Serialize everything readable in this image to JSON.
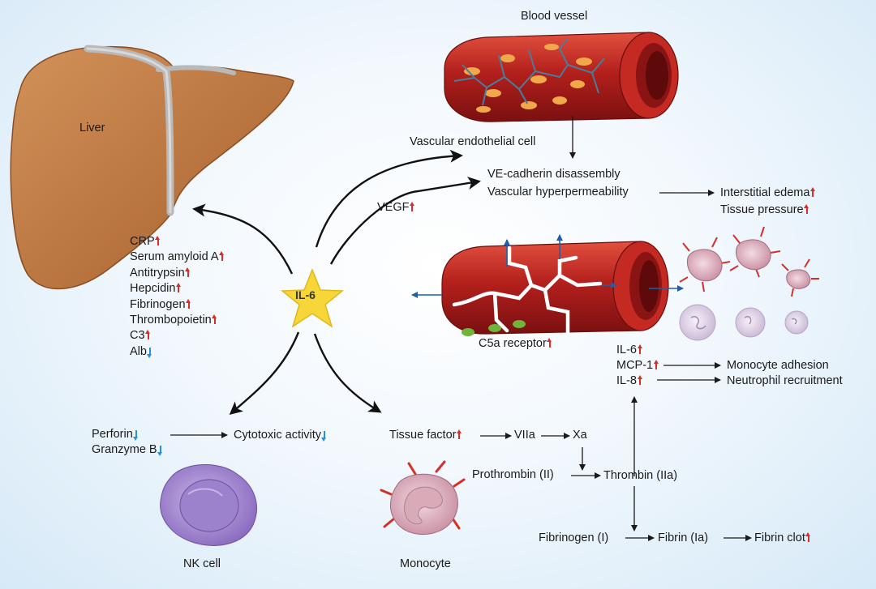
{
  "labels": {
    "liver": "Liver",
    "blood_vessel": "Blood vessel",
    "vascular_endothelial_cell": "Vascular endothelial cell",
    "ve_cadherin": "VE-cadherin disassembly",
    "vascular_hyper": "Vascular hyperpermeability",
    "interstitial_edema": "Interstitial edema",
    "tissue_pressure": "Tissue pressure",
    "vegf": "VEGF",
    "il6_center": "IL-6",
    "c5a_receptor": "C5a receptor",
    "il6_right": "IL-6",
    "mcp1": "MCP-1",
    "il8": "IL-8",
    "monocyte_adhesion": "Monocyte adhesion",
    "neutrophil_recruitment": "Neutrophil recruitment",
    "perforin": "Perforin",
    "granzyme_b": "Granzyme B",
    "cytotoxic_activity": "Cytotoxic activity",
    "tissue_factor": "Tissue factor",
    "viia": "VIIa",
    "xa": "Xa",
    "prothrombin": "Prothrombin (II)",
    "thrombin": "Thrombin (IIa)",
    "fibrinogen_i": "Fibrinogen (I)",
    "fibrin": "Fibrin (Ia)",
    "fibrin_clot": "Fibrin clot",
    "nk_cell": "NK cell",
    "monocyte": "Monocyte"
  },
  "liver_proteins": [
    {
      "name": "CRP",
      "change": "up"
    },
    {
      "name": "Serum amyloid A",
      "change": "up"
    },
    {
      "name": "Antitrypsin",
      "change": "up"
    },
    {
      "name": "Hepcidin",
      "change": "up"
    },
    {
      "name": "Fibrinogen",
      "change": "up"
    },
    {
      "name": "Thrombopoietin",
      "change": "up"
    },
    {
      "name": "C3",
      "change": "up"
    },
    {
      "name": "Alb",
      "change": "down"
    }
  ],
  "colors": {
    "increase_arrow": "#d3302a",
    "decrease_arrow": "#2b8fd6",
    "liver": "#b9743f",
    "vessel": "#b3201c",
    "il6_star": "#f7d63a"
  }
}
